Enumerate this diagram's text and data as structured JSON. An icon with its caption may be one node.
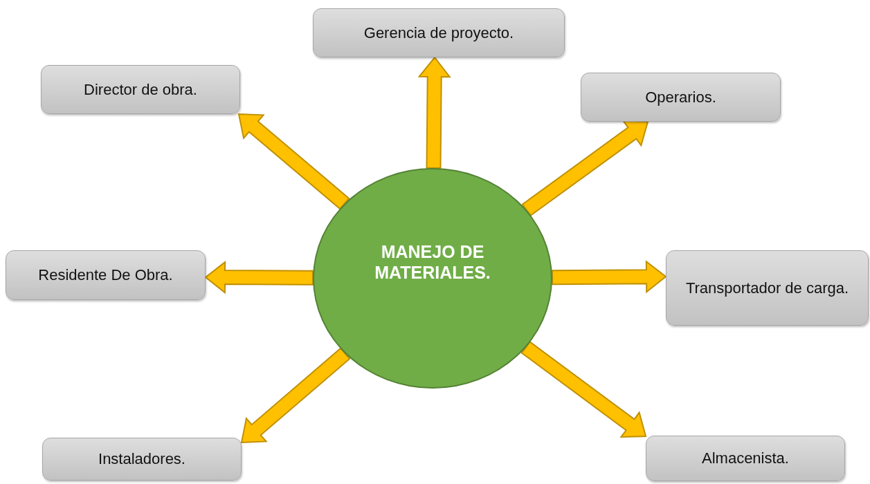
{
  "diagram": {
    "nodes": [
      {
        "text": [
          "MANEJO DE MATERIALES."
        ]
      },
      {
        "text": [
          "Gerencia de proyecto."
        ]
      },
      {
        "text": [
          "Director de obra."
        ]
      },
      {
        "text": [
          "Operarios."
        ]
      },
      {
        "text": [
          "Residente De Obra."
        ]
      },
      {
        "text": [
          "Transportador de carga."
        ]
      },
      {
        "text": [
          "Instaladores."
        ]
      },
      {
        "text": [
          "Almacenista."
        ]
      }
    ],
    "edges": [
      {
        "from": 0,
        "to": 1,
        "arrow": "to"
      },
      {
        "from": 0,
        "to": 2,
        "arrow": "to"
      },
      {
        "from": 0,
        "to": 3,
        "arrow": "to"
      },
      {
        "from": 0,
        "to": 4,
        "arrow": "to"
      },
      {
        "from": 0,
        "to": 5,
        "arrow": "to"
      },
      {
        "from": 0,
        "to": 6,
        "arrow": "to"
      },
      {
        "from": 0,
        "to": 7,
        "arrow": "to"
      }
    ]
  }
}
